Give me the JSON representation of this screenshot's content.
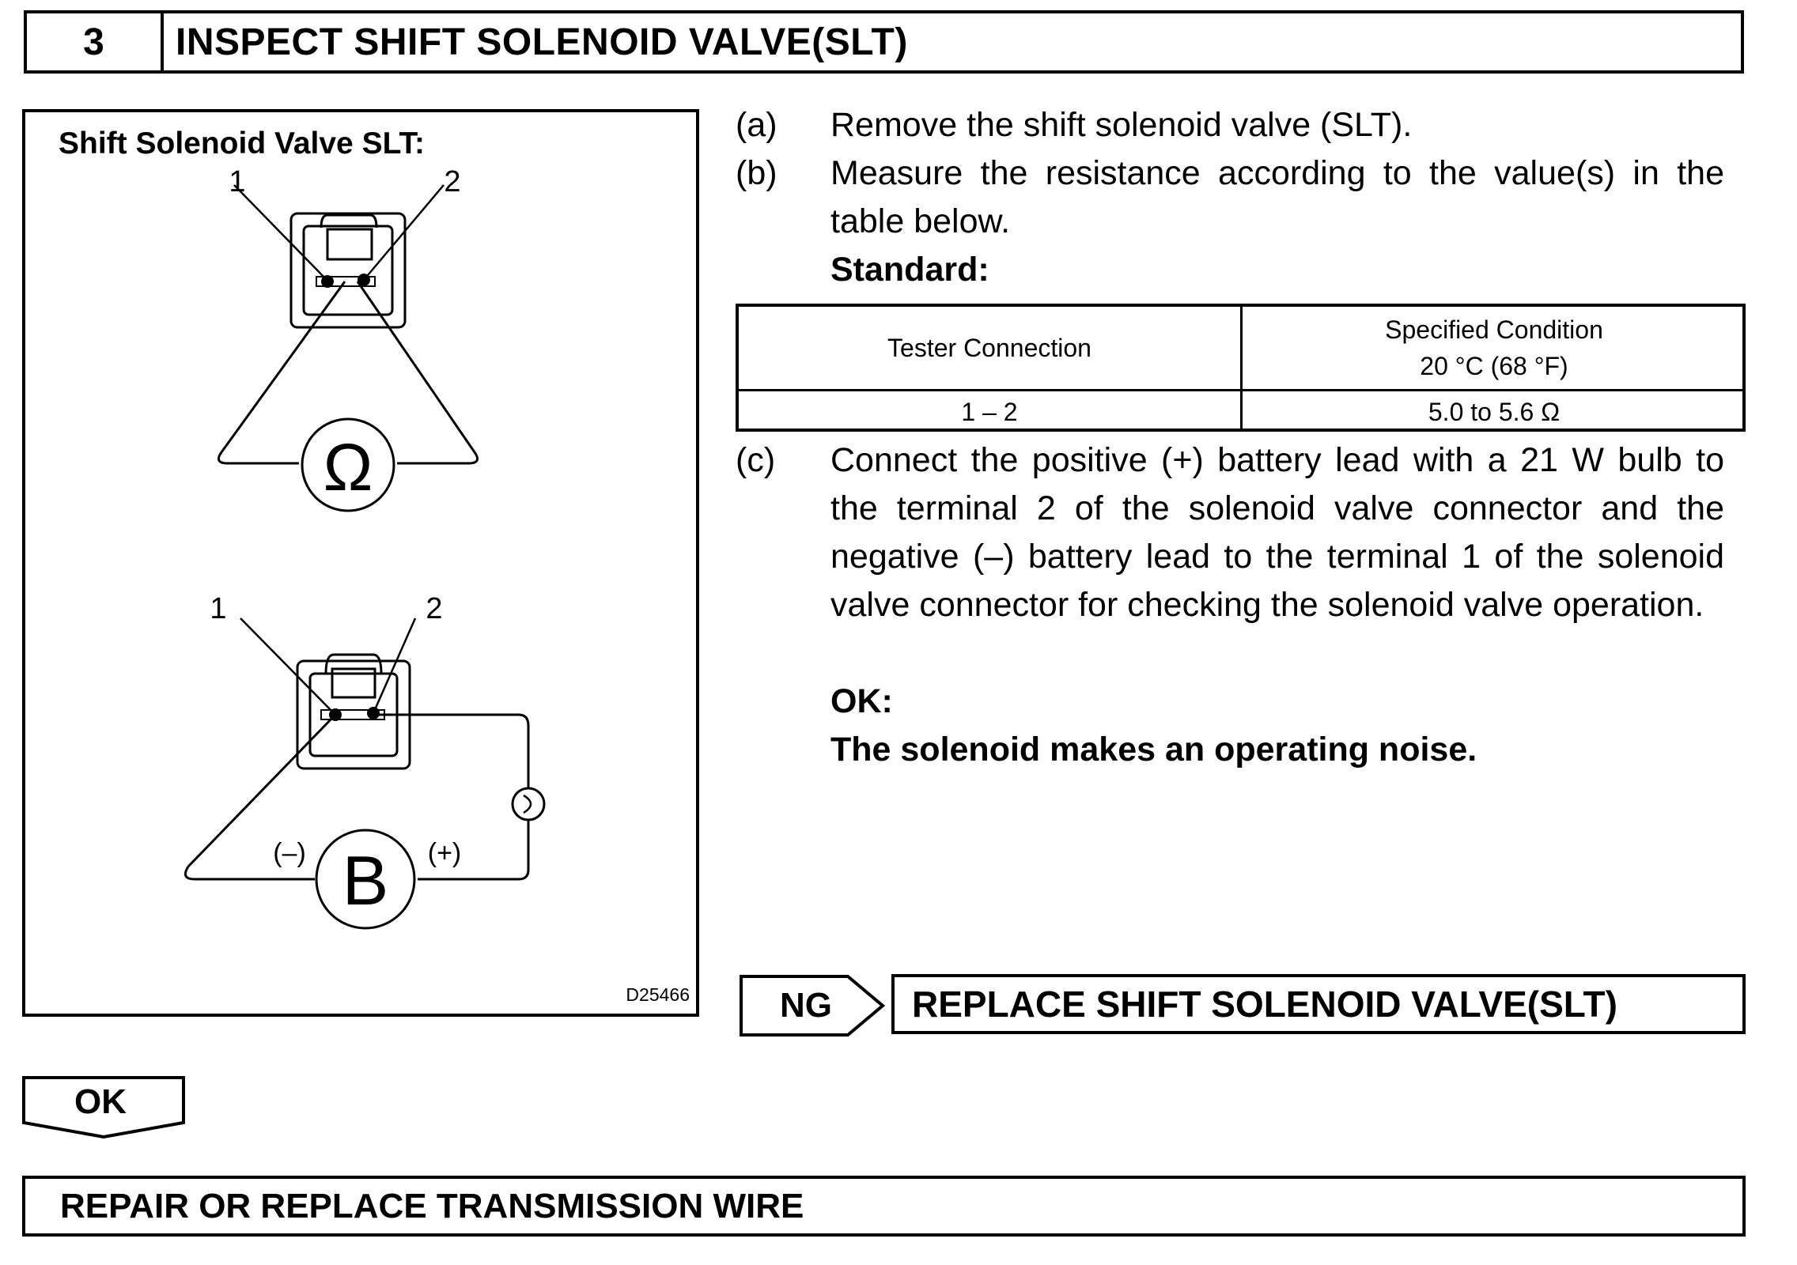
{
  "step": {
    "number": "3",
    "title": "INSPECT SHIFT SOLENOID VALVE(SLT)"
  },
  "figure": {
    "title": "Shift Solenoid Valve SLT:",
    "top_diagram": {
      "terminal_1": "1",
      "terminal_2": "2",
      "meter_symbol": "Ω"
    },
    "bottom_diagram": {
      "terminal_1": "1",
      "terminal_2": "2",
      "battery_symbol": "B",
      "negative_label": "(–)",
      "positive_label": "(+)"
    },
    "code": "D25466"
  },
  "instructions": {
    "a": {
      "label": "(a)",
      "text": "Remove the shift solenoid valve (SLT)."
    },
    "b": {
      "label": "(b)",
      "text": "Measure the resistance according to the value(s) in the table below."
    },
    "standard_label": "Standard:",
    "c": {
      "label": "(c)",
      "text": "Connect the positive (+) battery lead with a 21 W bulb to the terminal 2 of the solenoid valve connector and the negative (–) battery lead to the terminal 1 of the solenoid valve connector for checking the solenoid valve operation."
    },
    "ok_label": "OK:",
    "ok_text": "The solenoid makes an operating noise."
  },
  "table": {
    "headers": {
      "col1": "Tester Connection",
      "col2_line1": "Specified Condition",
      "col2_line2": "20 °C (68 °F)"
    },
    "rows": [
      {
        "connection": "1 – 2",
        "condition": "5.0 to 5.6 Ω"
      }
    ]
  },
  "ng": {
    "label": "NG",
    "action": "REPLACE SHIFT SOLENOID VALVE(SLT)"
  },
  "ok": {
    "label": "OK",
    "action": "REPAIR OR REPLACE TRANSMISSION WIRE"
  }
}
